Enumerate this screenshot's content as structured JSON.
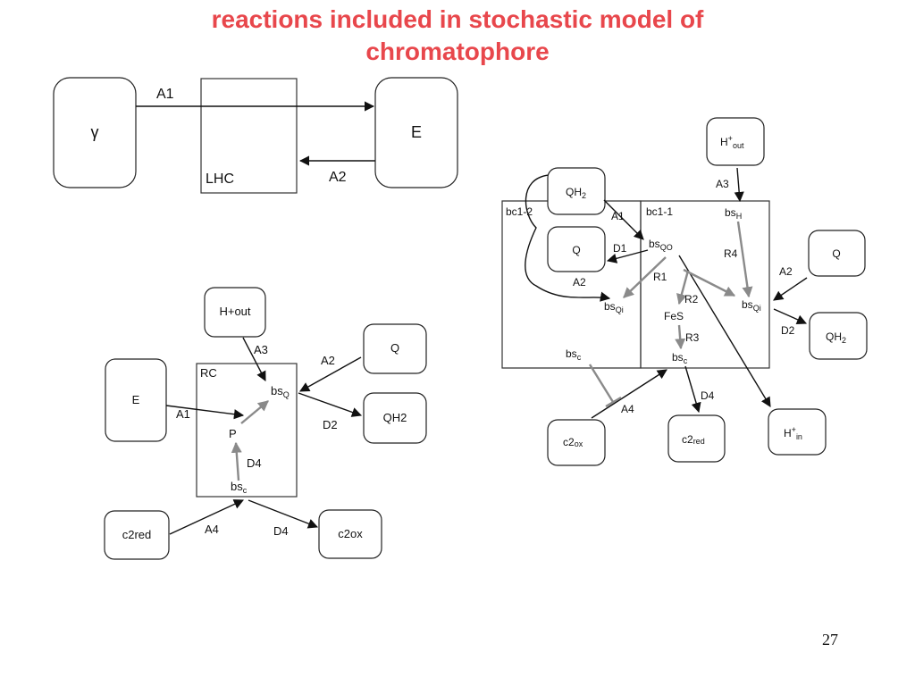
{
  "title": {
    "line1": "reactions included in stochastic model of",
    "line2": "chromatophore"
  },
  "page_number": "27",
  "colors": {
    "title": "#e8474c",
    "arrow_black": "#111111",
    "arrow_gray": "#8a8a8a"
  },
  "lhc_diagram": {
    "node_gamma": "γ",
    "node_e": "E",
    "lhc_label": "LHC",
    "edge_a1": "A1",
    "edge_a2": "A2"
  },
  "rc_diagram": {
    "rc_label": "RC",
    "node_hout": "H+out",
    "node_q": "Q",
    "node_e": "E",
    "node_qh2": "QH2",
    "node_c2red": "c2red",
    "node_c2ox": "c2ox",
    "bsq_main": "bs",
    "bsq_sub": "Q",
    "p_label": "P",
    "bsc_main": "bs",
    "bsc_sub": "c",
    "a3": "A3",
    "a2": "A2",
    "a1": "A1",
    "d2": "D2",
    "d4_inner": "D4",
    "a4": "A4",
    "d4_outer": "D4"
  },
  "bc1_diagram": {
    "bc12_label": "bc1-2",
    "bc11_label": "bc1-1",
    "node_qh2_main": "QH",
    "node_qh2_sub": "2",
    "node_q_left": "Q",
    "node_hout_main": "H",
    "node_hout_sup": "+",
    "node_hout_sub": "out",
    "node_q_right": "Q",
    "node_qh2_right_main": "QH",
    "node_qh2_right_sub": "2",
    "node_c2ox_main": "c2",
    "node_c2ox_sub": "ox",
    "node_c2red_main": "c2",
    "node_c2red_sub": "red",
    "node_hin_main": "H",
    "node_hin_sup": "+",
    "node_hin_sub": "in",
    "bsh_main": "bs",
    "bsh_sub": "H",
    "bsqo_main": "bs",
    "bsqo_sub": "QO",
    "bsqi_left_main": "bs",
    "bsqi_left_sub": "Qi",
    "bsqi_right_main": "bs",
    "bsqi_right_sub": "Qi",
    "fes": "FeS",
    "bsc_inner_main": "bs",
    "bsc_inner_sub": "c",
    "bsc_left_main": "bs",
    "bsc_left_sub": "c",
    "a1": "A1",
    "d1": "D1",
    "a2_left": "A2",
    "r1": "R1",
    "r2": "R2",
    "r3": "R3",
    "r4": "R4",
    "a3": "A3",
    "a2_right": "A2",
    "d2": "D2",
    "d4": "D4",
    "a4": "A4"
  }
}
